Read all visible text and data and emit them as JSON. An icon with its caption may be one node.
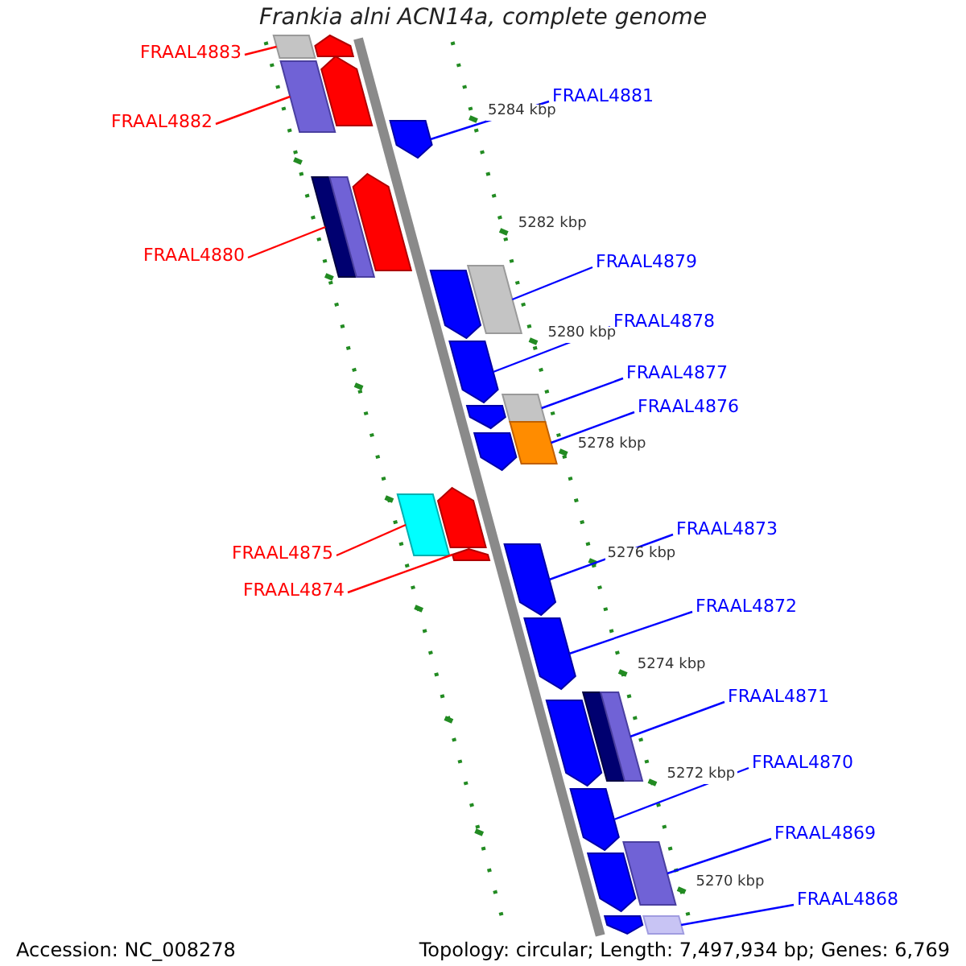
{
  "diagram": {
    "title": "Frankia alni ACN14a, complete genome",
    "nodes": [
      {
        "text": [
          "FRAAL4883"
        ]
      },
      {
        "text": [],
        "shape": "bar"
      },
      {
        "text": [],
        "shape": "arrow"
      },
      {
        "text": [
          "FRAAL4882"
        ]
      },
      {
        "text": [],
        "shape": "bar"
      },
      {
        "text": [],
        "shape": "arrow"
      },
      {
        "text": [
          "FRAAL4881"
        ]
      },
      {
        "text": [],
        "shape": "arrow"
      },
      {
        "text": [
          "FRAAL4880"
        ]
      },
      {
        "text": [],
        "shape": "bar"
      },
      {
        "text": [],
        "shape": "bar"
      },
      {
        "text": [],
        "shape": "arrow"
      },
      {
        "text": [
          "FRAAL4879"
        ]
      },
      {
        "text": [],
        "shape": "arrow"
      },
      {
        "text": [],
        "shape": "bar"
      },
      {
        "text": [
          "FRAAL4878"
        ]
      },
      {
        "text": [],
        "shape": "arrow"
      },
      {
        "text": [
          "FRAAL4877"
        ]
      },
      {
        "text": [],
        "shape": "arrow"
      },
      {
        "text": [],
        "shape": "bar"
      },
      {
        "text": [
          "FRAAL4876"
        ]
      },
      {
        "text": [],
        "shape": "arrow"
      },
      {
        "text": [],
        "shape": "bar"
      },
      {
        "text": [
          "FRAAL4875"
        ]
      },
      {
        "text": [],
        "shape": "bar"
      },
      {
        "text": [],
        "shape": "arrow"
      },
      {
        "text": [
          "FRAAL4874"
        ]
      },
      {
        "text": [],
        "shape": "arrow"
      },
      {
        "text": [
          "FRAAL4873"
        ]
      },
      {
        "text": [],
        "shape": "arrow"
      },
      {
        "text": [
          "FRAAL4872"
        ]
      },
      {
        "text": [],
        "shape": "arrow"
      },
      {
        "text": [
          "FRAAL4871"
        ]
      },
      {
        "text": [],
        "shape": "arrow"
      },
      {
        "text": [],
        "shape": "bar"
      },
      {
        "text": [],
        "shape": "bar"
      },
      {
        "text": [
          "FRAAL4870"
        ]
      },
      {
        "text": [],
        "shape": "arrow"
      },
      {
        "text": [
          "FRAAL4869"
        ]
      },
      {
        "text": [],
        "shape": "arrow"
      },
      {
        "text": [],
        "shape": "bar"
      },
      {
        "text": [
          "FRAAL4868"
        ]
      },
      {
        "text": [],
        "shape": "arrow"
      },
      {
        "text": [],
        "shape": "bar"
      }
    ],
    "edges": [
      {
        "from": 0,
        "to": 1,
        "arrow": "none",
        "color": "#ff0000"
      },
      {
        "from": 3,
        "to": 4,
        "arrow": "none",
        "color": "#ff0000"
      },
      {
        "from": 6,
        "to": 7,
        "arrow": "none"
      },
      {
        "from": 8,
        "to": 9,
        "arrow": "none",
        "color": "#ff0000"
      },
      {
        "from": 12,
        "to": 14,
        "arrow": "none"
      },
      {
        "from": 15,
        "to": 16,
        "arrow": "none"
      },
      {
        "from": 17,
        "to": 19,
        "arrow": "none"
      },
      {
        "from": 20,
        "to": 22,
        "arrow": "none"
      },
      {
        "from": 23,
        "to": 24,
        "arrow": "none",
        "color": "#ff0000"
      },
      {
        "from": 26,
        "to": 27,
        "arrow": "none",
        "color": "#ff0000"
      },
      {
        "from": 28,
        "to": 29,
        "arrow": "none"
      },
      {
        "from": 30,
        "to": 31,
        "arrow": "none"
      },
      {
        "from": 32,
        "to": 35,
        "arrow": "none"
      },
      {
        "from": 36,
        "to": 37,
        "arrow": "none"
      },
      {
        "from": 38,
        "to": 40,
        "arrow": "none"
      },
      {
        "from": 41,
        "to": 43,
        "arrow": "none"
      }
    ],
    "labels": [
      "5284 kbp",
      "5282 kbp",
      "5280 kbp",
      "5278 kbp",
      "5276 kbp",
      "5274 kbp",
      "5272 kbp",
      "5270 kbp",
      "Accession: NC_008278",
      "Topology: circular; Length: 7,497,934 bp; Genes: 6,769"
    ]
  }
}
